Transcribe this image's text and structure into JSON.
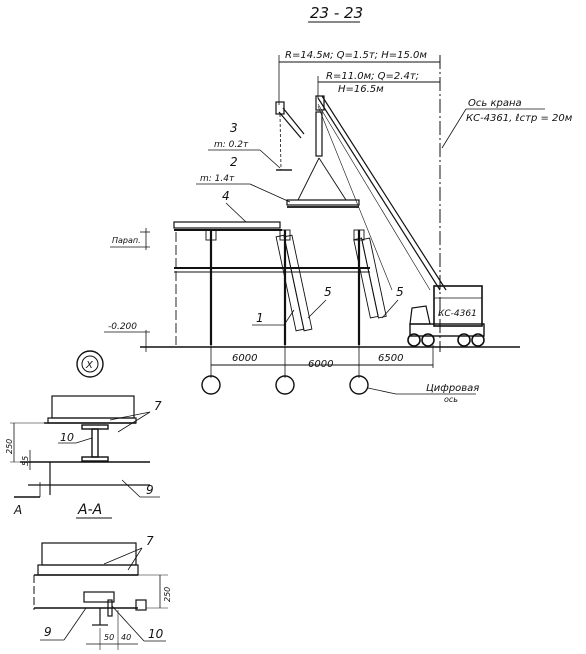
{
  "section_title": "23 - 23",
  "crane_params_outer": "R=14.5м; Q=1.5т; H=15.0м",
  "crane_params_inner_1": "R=11.0м; Q=2.4т;",
  "crane_params_inner_2": "H=16.5м",
  "crane_axis_label": "Ось крана",
  "crane_model_label": "КС-4361, ℓстр = 20м",
  "crane_body_label": "КС-4361",
  "items": {
    "n3": "3",
    "n3_mass": "m: 0.2т",
    "n2": "2",
    "n2_mass": "m: 1.4т",
    "n4": "4",
    "n1": "1",
    "n5a": "5",
    "n5b": "5"
  },
  "level_parapet": "Парап.",
  "level_zero": "-0.200",
  "spans": [
    "6000",
    "6000",
    "6500"
  ],
  "digital_axis_1": "Цифровая",
  "digital_axis_2": "ось",
  "node_mark": "X",
  "detail_top": {
    "n7": "7",
    "n10": "10",
    "n9": "9",
    "dim_250": "250",
    "dim_55": "55",
    "section_letter": "А",
    "section_title": "А-А"
  },
  "detail_bottom": {
    "n7": "7",
    "n9": "9",
    "n10": "10",
    "dim_250": "250",
    "dim_50": "50",
    "dim_40": "40"
  }
}
